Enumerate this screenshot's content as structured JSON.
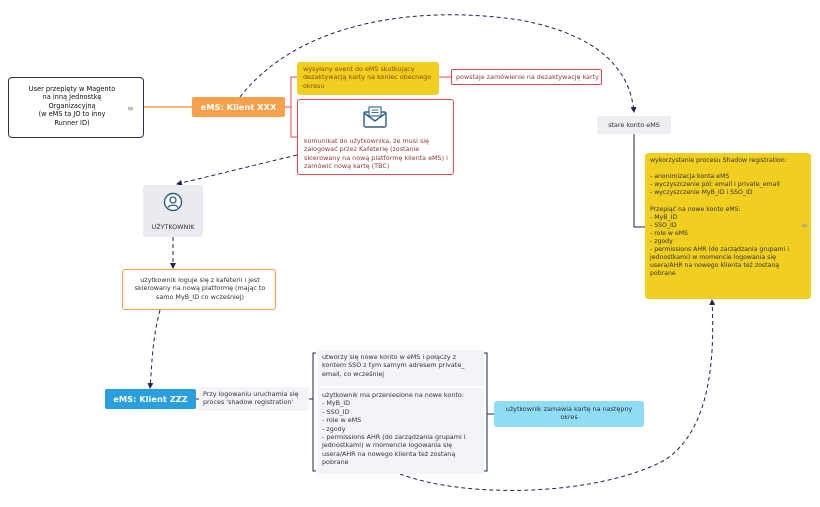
{
  "nodes": {
    "user_note": "User przepięty w Magento\nna inną Jednostkę\nOrganizacyjną\n(w eMS ta JO to inny\nRunner ID)",
    "client_xxx": "eMS: Klient XXX",
    "event_sent": "wysyłany event do eMS skutkujący\ndezaktywacją karty na koniec obecnego\nokresu",
    "order_created": "powstaje zamówienie na dezaktywację karty",
    "user_message": "komunikat do użytkownika, że musi się\nzalogować przez Kafeterię (zostanie\nskierowany na nową platformę klienta eMS) i\nzamówić nową kartę (TBC)",
    "old_account": "stare konto eMS",
    "shadow_registration": "wykorzystanie procesu Shadow registration:\n\n- anonimizacja konta eMS\n- wyczyszczenie pól: email i private_email\n- wyczyszczenie MyB_ID i SSO_ID\n\nPrzepiąć na nowe konto eMS:\n- MyB_ID\n- SSO_ID\n- role w eMS\n- zgody\n- permissions AHR (do zarządzania grupami i\njednostkami) w momencie logowania się\nusera/AHR na nowego klienta też zostaną\npobrane",
    "user_label": "UŻYTKOWNIK",
    "user_login": "użytkownik loguje się z kafeterii i jest\nskierowany na nową platformę (mając to\nsamo MyB_ID co wcześniej)",
    "client_zzz": "eMS: Klient ZZZ",
    "shadow_trigger": "Przy logowaniu uruchamia się\nproces 'shadow registration'",
    "new_account": "utworzy się nowe konto w eMS i połączy z\nkontem SSO z tym samym adresem private_\nemail, co wcześniej",
    "moved_items": "użytkownik ma przeniesione na nowe konto:\n- MyB_ID\n- SSO_ID\n- role w eMS\n- zgody\n- permissions AHR (do zarządzania grupami i\njednostkami) w momencie logowania się\nusera/AHR na nowego klienta też zostaną\npobrane",
    "reorder_card": "użytkownik zamawia kartę na następny\nokres"
  },
  "icons": {
    "note": "note-icon",
    "envelope": "envelope-icon",
    "user": "user-icon"
  },
  "colors": {
    "orange": "#f5a04a",
    "yellow": "#f1cf21",
    "blue": "#2a9fe0",
    "light_blue": "#8fdcf5",
    "red_border": "#e04a4a",
    "navy": "#1e2352"
  }
}
